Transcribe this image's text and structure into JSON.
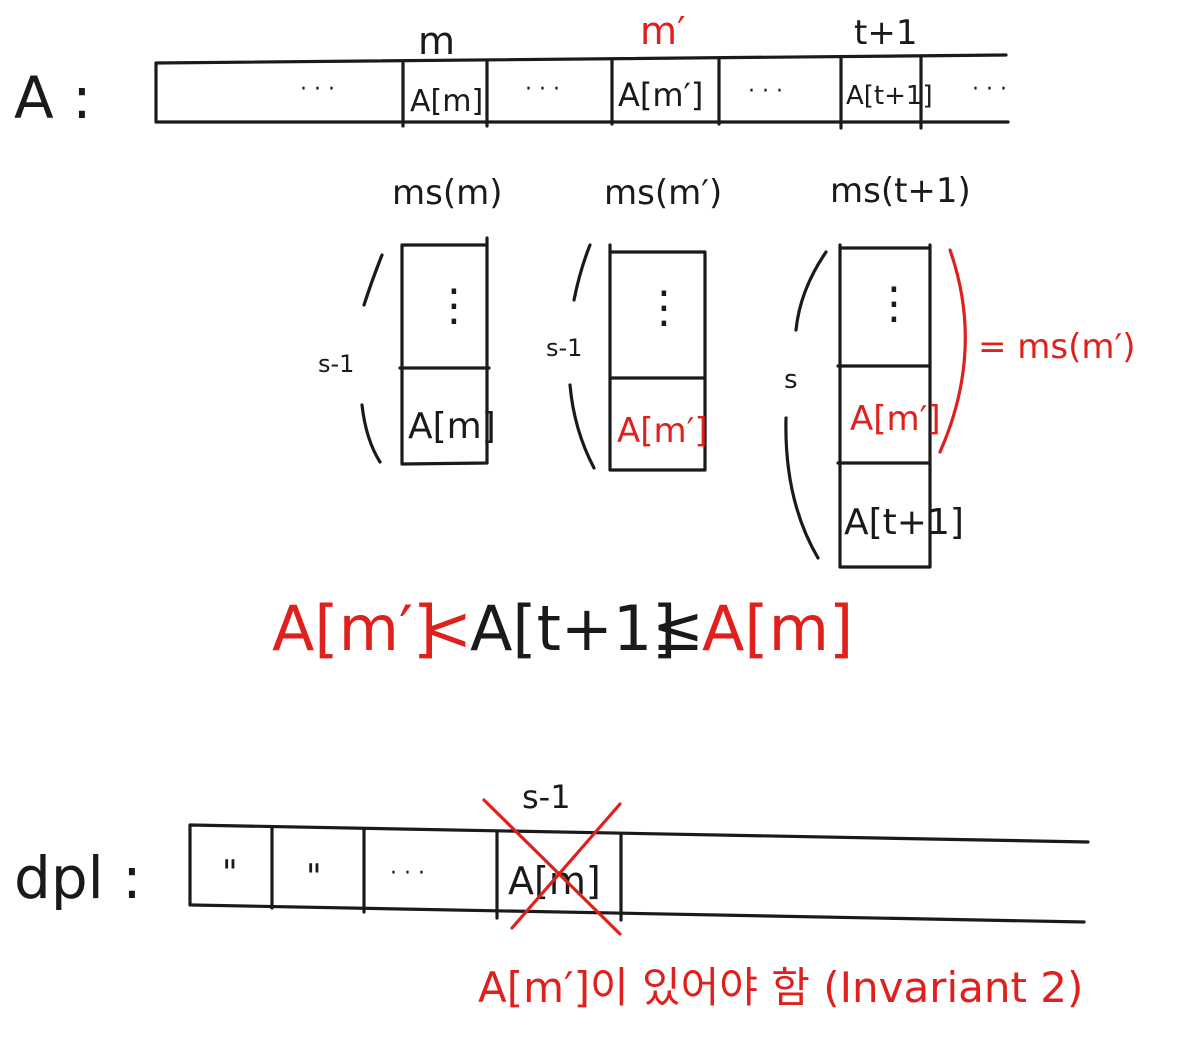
{
  "colors": {
    "ink": "#1a1a1a",
    "accent": "#e0201c",
    "background": "#ffffff"
  },
  "array_a": {
    "label": "A :",
    "top_labels": {
      "m": "m",
      "m_prime": "m′",
      "t_plus_1": "t+1"
    },
    "dots": "· · ·",
    "cells": {
      "m": "A[m]",
      "m_prime": "A[m′]",
      "t_plus_1": "A[t+1]"
    }
  },
  "stacks": {
    "ms_m": {
      "title": "ms(m)",
      "side_label": "s-1",
      "dots": "⋮",
      "bottom": "A[m]"
    },
    "ms_m_prime": {
      "title": "ms(m′)",
      "side_label": "s-1",
      "dots": "⋮",
      "bottom": "A[m′]"
    },
    "ms_t_plus_1": {
      "title": "ms(t+1)",
      "side_label": "s",
      "dots": "⋮",
      "middle": "A[m′]",
      "bottom": "A[t+1]",
      "equals_note": "= ms(m′)"
    }
  },
  "inequality": {
    "left": "A[m′]",
    "op1": "<",
    "middle": "A[t+1]",
    "op2": "≤",
    "right": "A[m]"
  },
  "dp_array": {
    "label": "dpl :",
    "cells": [
      "\"",
      "\"",
      "· · ·",
      "A[m]"
    ],
    "index_label": "s-1",
    "note": "A[m′]이 있어야 함 (Invariant 2)"
  }
}
